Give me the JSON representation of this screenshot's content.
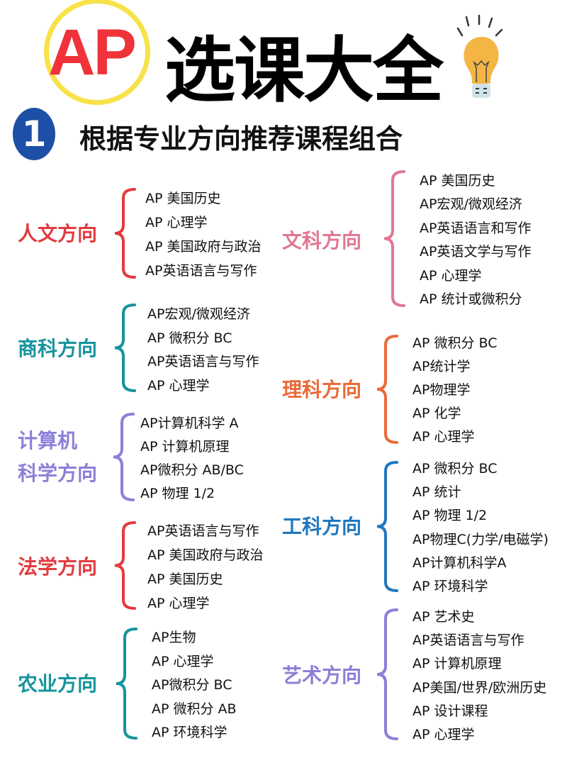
{
  "header": {
    "badge": "AP",
    "title": "选课大全",
    "section_number": "1",
    "subtitle": "根据专业方向推荐课程组合",
    "icon": "lightbulb-icon"
  },
  "colors": {
    "red": "#e23b3f",
    "teal": "#16949c",
    "purple": "#8b80d8",
    "pink": "#e07893",
    "orange": "#ea6a38",
    "blue": "#1f78bf",
    "yellow": "#f7e24a",
    "navy": "#1d4fa6"
  },
  "groups": [
    {
      "label": [
        "人文方向"
      ],
      "color": "#e23b3f",
      "items": [
        "AP 美国历史",
        "AP 心理学",
        "AP 美国政府与政治",
        "AP英语语言与写作"
      ]
    },
    {
      "label": [
        "商科方向"
      ],
      "color": "#16949c",
      "items": [
        "AP宏观/微观经济",
        "AP 微积分 BC",
        "AP英语语言与写作",
        "AP 心理学"
      ]
    },
    {
      "label": [
        "计算机",
        "科学方向"
      ],
      "color": "#8b80d8",
      "items": [
        "AP计算机科学 A",
        "AP 计算机原理",
        "AP微积分 AB/BC",
        "AP 物理 1/2"
      ]
    },
    {
      "label": [
        "法学方向"
      ],
      "color": "#e23b3f",
      "items": [
        "AP英语语言与写作",
        "AP 美国政府与政治",
        "AP 美国历史",
        "AP 心理学"
      ]
    },
    {
      "label": [
        "农业方向"
      ],
      "color": "#16949c",
      "items": [
        "AP生物",
        "AP 心理学",
        "AP微积分 BC",
        "AP 微积分 AB",
        "AP 环境科学"
      ]
    },
    {
      "label": [
        "文科方向"
      ],
      "color": "#e07893",
      "items": [
        "AP 美国历史",
        "AP宏观/微观经济",
        "AP英语语言和写作",
        "AP英语文学与写作",
        "AP 心理学",
        "AP 统计或微积分"
      ]
    },
    {
      "label": [
        "理科方向"
      ],
      "color": "#ea6a38",
      "items": [
        "AP 微积分 BC",
        "AP统计学",
        "AP物理学",
        "AP 化学",
        "AP 心理学"
      ]
    },
    {
      "label": [
        "工科方向"
      ],
      "color": "#1f78bf",
      "items": [
        "AP 微积分 BC",
        "AP 统计",
        "AP 物理 1/2",
        "AP物理C(力学/电磁学)",
        "AP计算机科学A",
        "AP 环境科学"
      ]
    },
    {
      "label": [
        "艺术方向"
      ],
      "color": "#8b80d8",
      "items": [
        "AP 艺术史",
        "AP英语语言与写作",
        "AP 计算机原理",
        "AP美国/世界/欧洲历史",
        "AP 设计课程",
        "AP 心理学"
      ]
    }
  ]
}
